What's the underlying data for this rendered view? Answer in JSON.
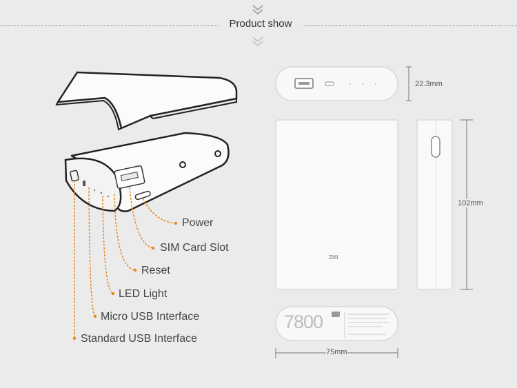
{
  "header": {
    "title": "Product show"
  },
  "callouts": [
    "Power",
    "SIM Card Slot",
    "Reset",
    "LED Light",
    "Micro USB Interface",
    "Standard USB Interface"
  ],
  "dimensions": {
    "height": "22.3mm",
    "length": "102mm",
    "width": "75mm"
  },
  "device": {
    "capacity": "7800",
    "brand_mark": "ZMI"
  },
  "colors": {
    "accent": "#e8881f",
    "background": "#ebebeb",
    "device_body": "#f7f7f7"
  }
}
